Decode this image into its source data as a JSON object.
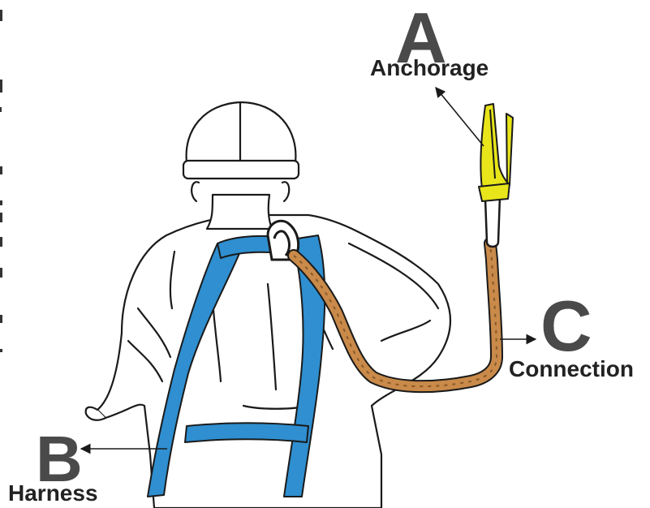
{
  "labels": {
    "anchorage": {
      "letter": "A",
      "text": "Anchorage"
    },
    "harness": {
      "letter": "B",
      "text": "Harness"
    },
    "connection": {
      "letter": "C",
      "text": "Connection"
    }
  },
  "colors": {
    "harness_strap": "#2f8fd0",
    "anchor_sling": "#e8e51a",
    "lanyard": "#c98a4a",
    "letters": "#4a4a4a",
    "outline": "#1a1a1a"
  },
  "icons": {
    "figure": "worker-back-view-icon",
    "helmet": "hard-hat-icon"
  }
}
